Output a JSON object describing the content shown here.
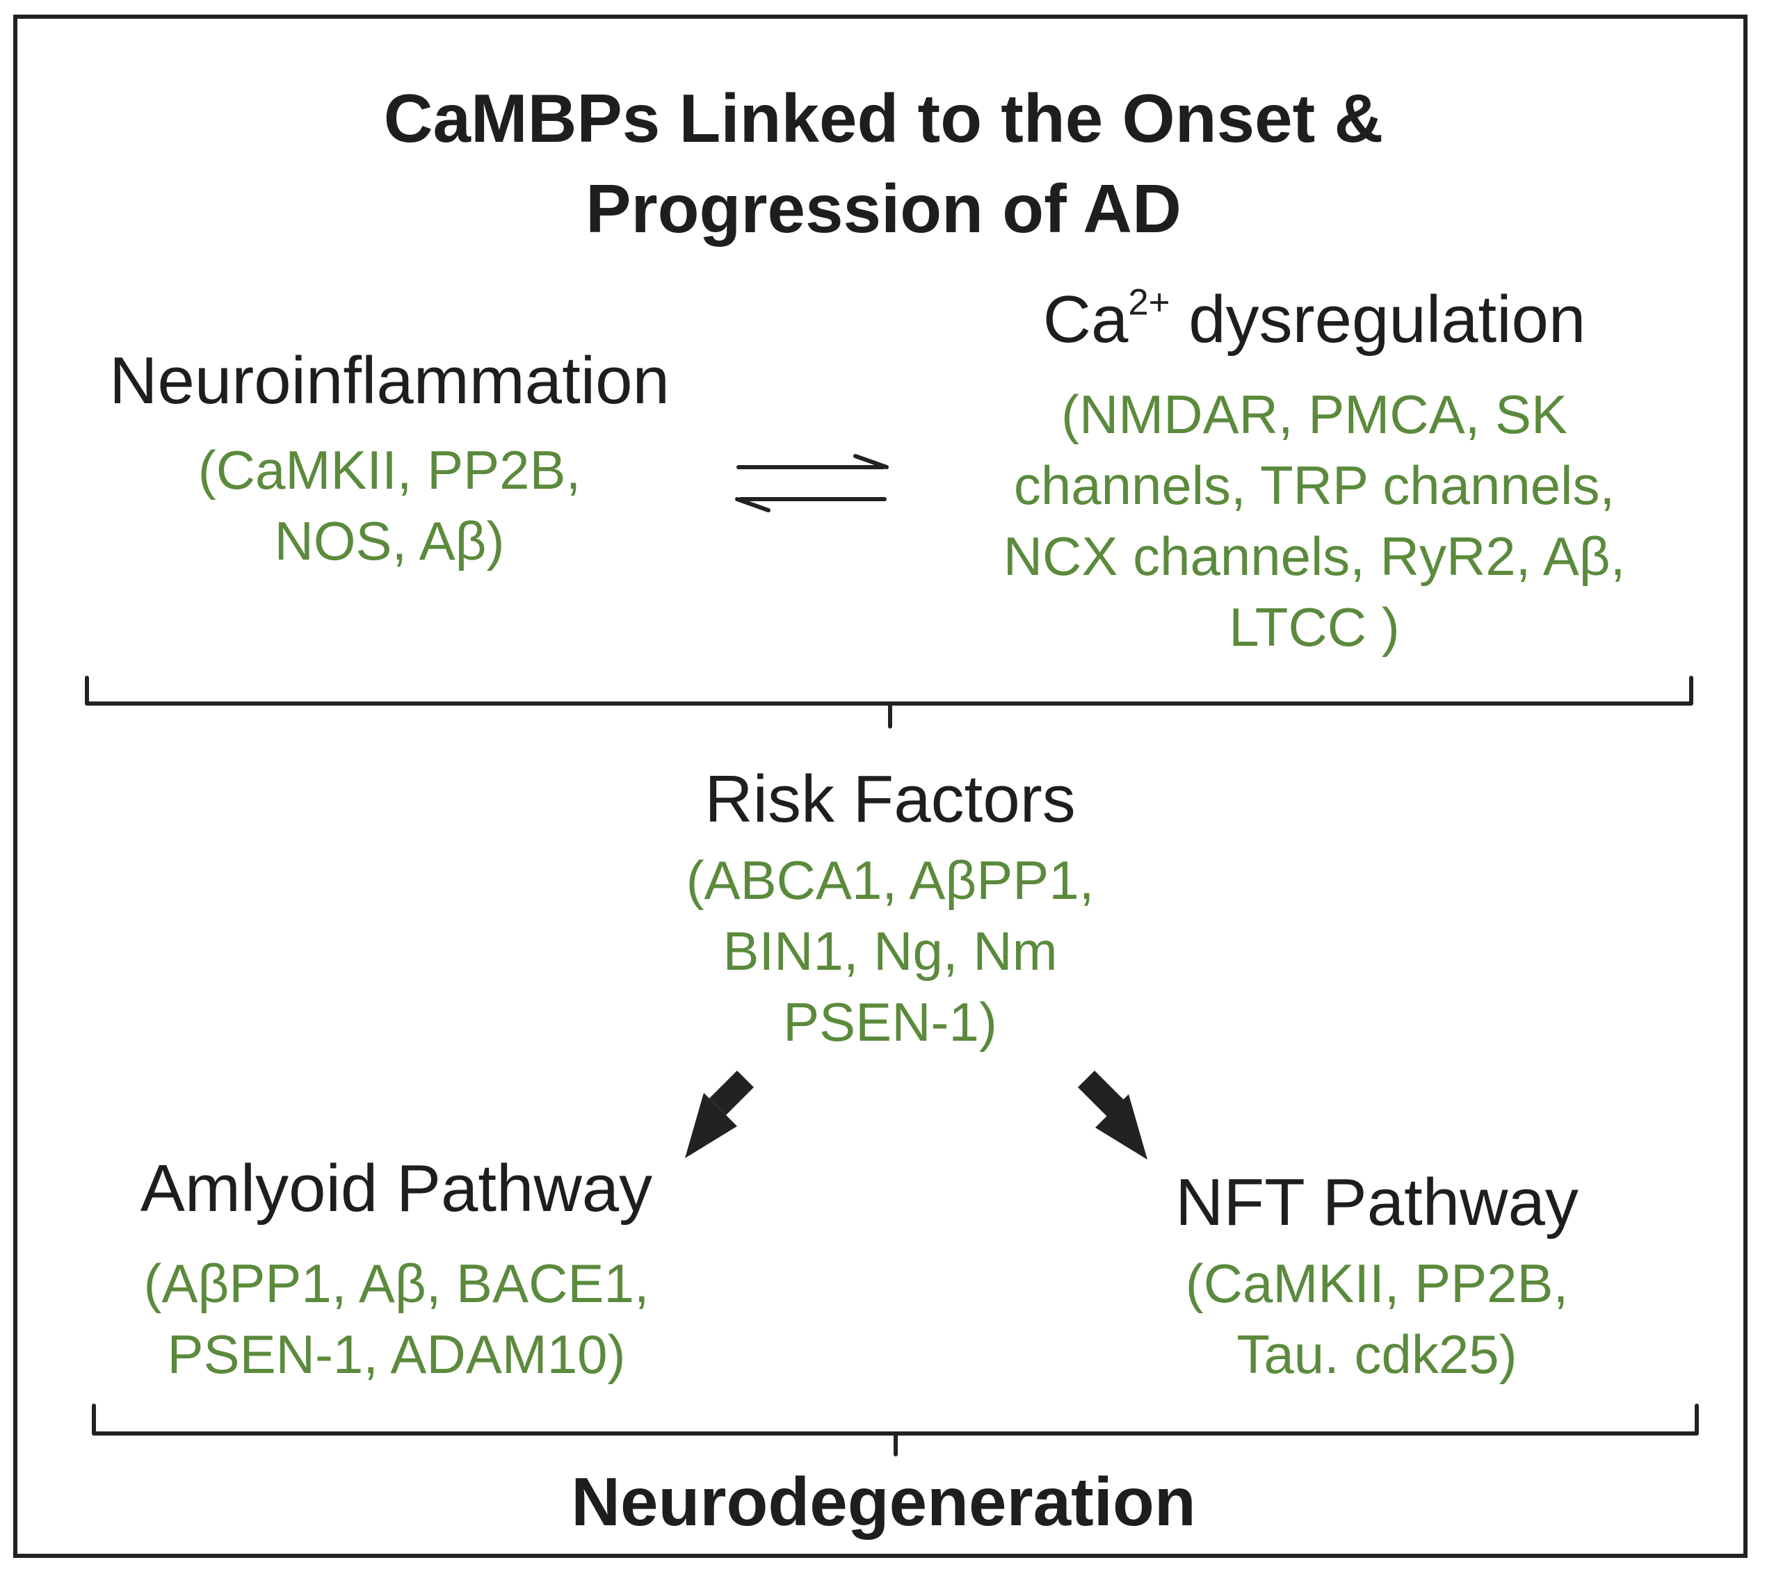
{
  "title": {
    "line1": "CaMBPs Linked to the Onset &",
    "line2": "Progression of AD"
  },
  "neuroinflammation": {
    "heading": "Neuroinflammation",
    "members": [
      "(CaMKII, PP2B,",
      "NOS, Aβ)"
    ]
  },
  "ca_dysregulation": {
    "heading_prefix": "Ca",
    "heading_superscript": "2+",
    "heading_suffix": " dysregulation",
    "members": [
      "(NMDAR, PMCA, SK",
      "channels, TRP channels,",
      "NCX channels, RyR2, Aβ,",
      "LTCC )"
    ]
  },
  "risk_factors": {
    "heading": "Risk Factors",
    "members": [
      "(ABCA1, AβPP1,",
      "BIN1, Ng, Nm",
      "PSEN-1)"
    ]
  },
  "amyloid_pathway": {
    "heading": "Amlyoid Pathway",
    "members": [
      "(AβPP1, Aβ, BACE1,",
      "PSEN-1, ADAM10)"
    ]
  },
  "nft_pathway": {
    "heading": "NFT Pathway",
    "members": [
      "(CaMKII, PP2B,",
      "Tau. cdk25)"
    ]
  },
  "outcome": {
    "label": "Neurodegeneration"
  },
  "colors": {
    "text": "#1e1e1e",
    "protein_list": "#5b8a3c",
    "lines": "#222222"
  }
}
